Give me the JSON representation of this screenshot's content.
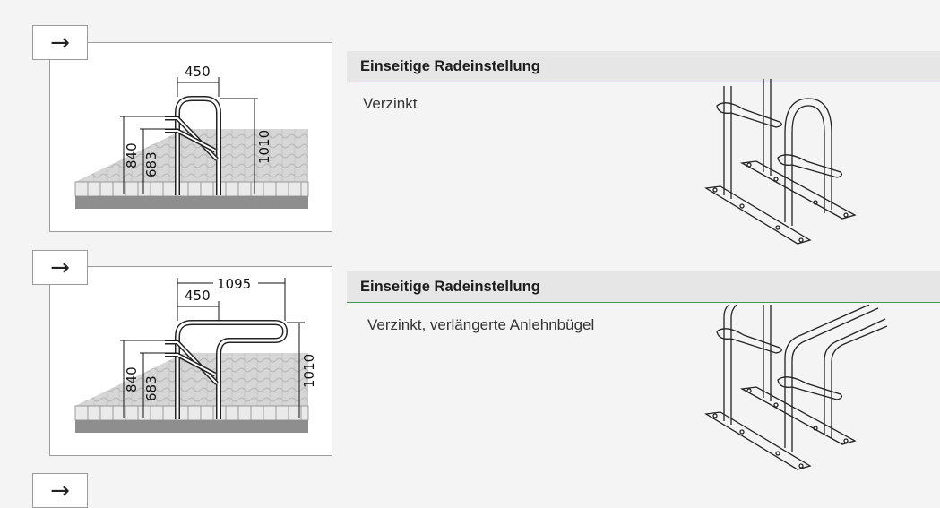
{
  "nav": {
    "arrow_glyph": "→"
  },
  "products": [
    {
      "title": "Einseitige Radeinstellung",
      "description": "Verzinkt",
      "dimensions": {
        "width": "450",
        "height_left": "840",
        "height_inner": "683",
        "height_total": "1010"
      }
    },
    {
      "title": "Einseitige Radeinstellung",
      "description": "Verzinkt, verlängerte Anlehnbügel",
      "dimensions": {
        "length": "1095",
        "width": "450",
        "height_left": "840",
        "height_inner": "683",
        "height_total": "1010"
      }
    }
  ],
  "colors": {
    "accent_green": "#3d9a55",
    "title_bg": "#e6e6e6",
    "page_bg": "#f4f4f4"
  }
}
